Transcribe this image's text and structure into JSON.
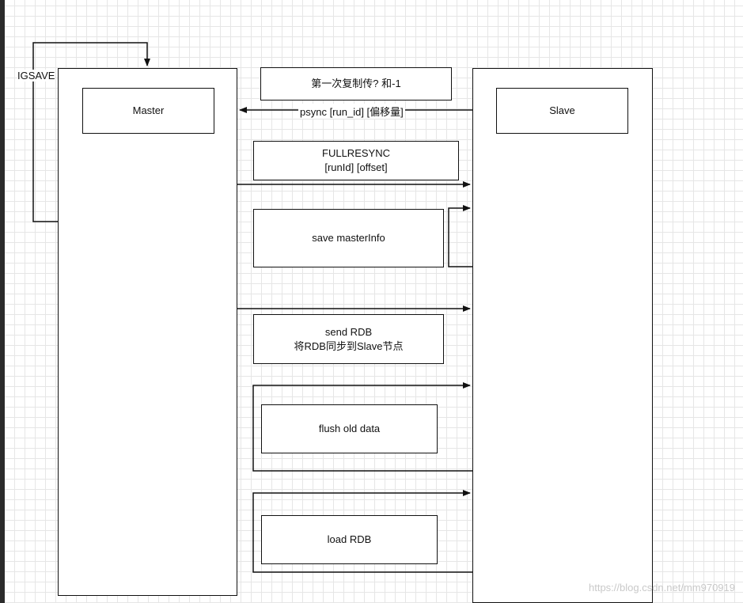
{
  "diagram": {
    "master_label": "Master",
    "slave_label": "Slave",
    "bgsave_label": "IGSAVE",
    "first_copy_label": "第一次复制传? 和-1",
    "psync_label": "psync [run_id] [偏移量]",
    "fullresync_line1": "FULLRESYNC",
    "fullresync_line2": "[runId] [offset]",
    "save_masterinfo_label": "save masterInfo",
    "send_rdb_line1": "send RDB",
    "send_rdb_line2": "将RDB同步到Slave节点",
    "flush_old_data_label": "flush old data",
    "load_rdb_label": "load RDB"
  },
  "watermark": "https://blog.csdn.net/mm970919"
}
